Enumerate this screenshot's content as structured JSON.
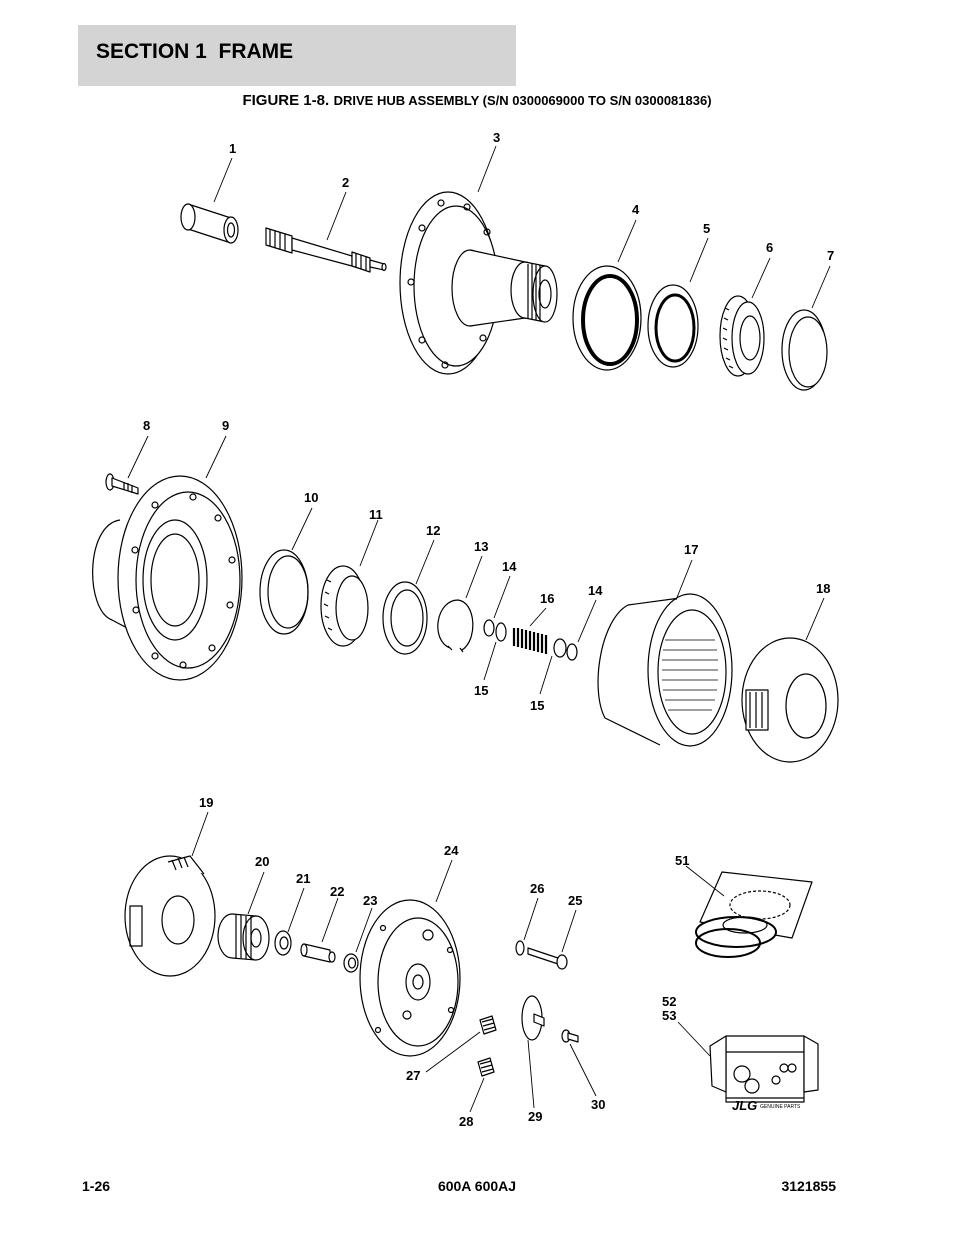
{
  "header": {
    "section_title": "SECTION 1  FRAME"
  },
  "figure": {
    "number": "FIGURE 1-8.",
    "description": "DRIVE HUB ASSEMBLY (S/N 0300069000 TO S/N 0300081836)"
  },
  "callouts": [
    {
      "id": "callout-1",
      "label": "1"
    },
    {
      "id": "callout-2",
      "label": "2"
    },
    {
      "id": "callout-3",
      "label": "3"
    },
    {
      "id": "callout-4",
      "label": "4"
    },
    {
      "id": "callout-5",
      "label": "5"
    },
    {
      "id": "callout-6",
      "label": "6"
    },
    {
      "id": "callout-7",
      "label": "7"
    },
    {
      "id": "callout-8",
      "label": "8"
    },
    {
      "id": "callout-9",
      "label": "9"
    },
    {
      "id": "callout-10",
      "label": "10"
    },
    {
      "id": "callout-11",
      "label": "11"
    },
    {
      "id": "callout-12",
      "label": "12"
    },
    {
      "id": "callout-13",
      "label": "13"
    },
    {
      "id": "callout-14a",
      "label": "14"
    },
    {
      "id": "callout-14b",
      "label": "14"
    },
    {
      "id": "callout-15a",
      "label": "15"
    },
    {
      "id": "callout-15b",
      "label": "15"
    },
    {
      "id": "callout-16",
      "label": "16"
    },
    {
      "id": "callout-17",
      "label": "17"
    },
    {
      "id": "callout-18",
      "label": "18"
    },
    {
      "id": "callout-19",
      "label": "19"
    },
    {
      "id": "callout-20",
      "label": "20"
    },
    {
      "id": "callout-21",
      "label": "21"
    },
    {
      "id": "callout-22",
      "label": "22"
    },
    {
      "id": "callout-23",
      "label": "23"
    },
    {
      "id": "callout-24",
      "label": "24"
    },
    {
      "id": "callout-25",
      "label": "25"
    },
    {
      "id": "callout-26",
      "label": "26"
    },
    {
      "id": "callout-27",
      "label": "27"
    },
    {
      "id": "callout-28",
      "label": "28"
    },
    {
      "id": "callout-29",
      "label": "29"
    },
    {
      "id": "callout-30",
      "label": "30"
    },
    {
      "id": "callout-51",
      "label": "51"
    },
    {
      "id": "callout-52",
      "label": "52"
    },
    {
      "id": "callout-53",
      "label": "53"
    }
  ],
  "kit_box": {
    "brand": "JLG",
    "brand_sub": "GENUINE PARTS"
  },
  "footer": {
    "page": "1-26",
    "model": "600A 600AJ",
    "doc_number": "3121855"
  }
}
